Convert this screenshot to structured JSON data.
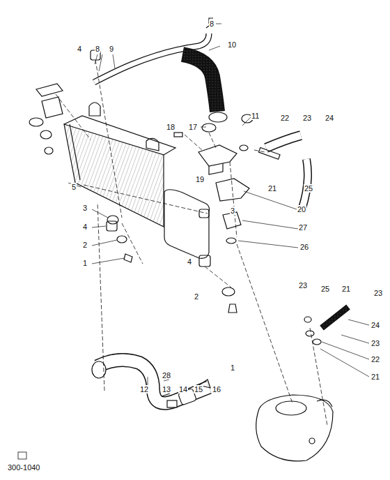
{
  "diagram": {
    "labels": [
      "8",
      "10",
      "4",
      "8",
      "9",
      "11",
      "18",
      "17",
      "22",
      "23",
      "24",
      "21",
      "25",
      "19",
      "20",
      "5",
      "3",
      "3",
      "4",
      "2",
      "1",
      "27",
      "26",
      "23",
      "25",
      "21",
      "23",
      "24",
      "23",
      "22",
      "21",
      "4",
      "2",
      "1",
      "28",
      "12",
      "13",
      "14",
      "15",
      "16",
      "300-1040"
    ]
  }
}
